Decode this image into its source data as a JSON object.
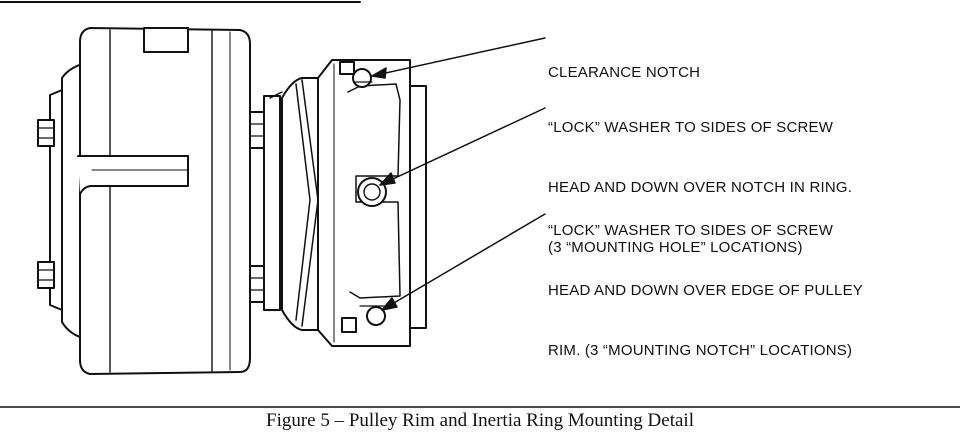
{
  "callouts": {
    "clearance": [
      "CLEARANCE NOTCH"
    ],
    "mounting_hole": [
      "“LOCK” WASHER TO SIDES OF SCREW",
      "HEAD AND DOWN OVER NOTCH IN RING.",
      "(3 “MOUNTING HOLE” LOCATIONS)"
    ],
    "mounting_notch": [
      "“LOCK” WASHER TO SIDES OF SCREW",
      "HEAD AND DOWN OVER EDGE OF PULLEY",
      "RIM. (3 “MOUNTING NOTCH” LOCATIONS)"
    ]
  },
  "caption": "Figure 5 – Pulley Rim and Inertia Ring Mounting Detail",
  "colors": {
    "ink": "#111111",
    "paper": "#ffffff"
  }
}
